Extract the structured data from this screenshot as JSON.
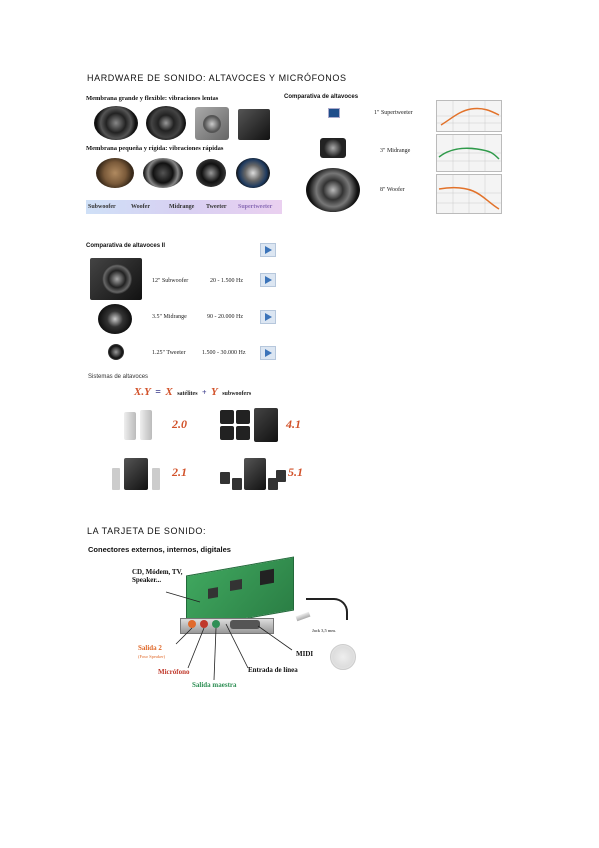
{
  "section1": {
    "heading": "HARDWARE DE SONIDO: ALTAVOCES Y MICRÓFONOS",
    "membrane_large": "Membrana grande y flexible: vibraciones lentas",
    "membrane_small": "Membrana pequeña y rígida: vibraciones rápidas",
    "types": [
      "Subwoofer",
      "Woofer",
      "Midrange",
      "Tweeter",
      "Supertweeter"
    ],
    "comparison_title": "Comparativa de altavoces",
    "comparison_items": [
      "1\" Supertweeter",
      "3\" Midrange",
      "8\" Woofer"
    ]
  },
  "section2": {
    "title": "Comparativa de altavoces II",
    "rows": [
      {
        "name": "12\" Subwoofer",
        "range": "20 - 1.500 Hz"
      },
      {
        "name": "3.5\" Midrange",
        "range": "90 - 20.000 Hz"
      },
      {
        "name": "1.25\" Tweeter",
        "range": "1.500 - 30.000 Hz"
      }
    ],
    "systems_title": "Sistemas de altavoces",
    "formula_x": "X.Y",
    "formula_eq": "=",
    "formula_xv": "X",
    "formula_sat": "satélites",
    "formula_plus": "+",
    "formula_yv": "Y",
    "formula_sub": "subwoofers",
    "systems": [
      "2.0",
      "4.1",
      "2.1",
      "5.1"
    ]
  },
  "section3": {
    "heading": "LA TARJETA DE SONIDO:",
    "subtitle": "Conectores externos, internos, digitales",
    "label_cd_line1": "CD, Módem, TV,",
    "label_cd_line2": "Speaker...",
    "label_jack": "Jack 3,5 mm.",
    "label_midi": "MIDI",
    "label_salida2": "Salida 2",
    "label_salida2_sub": "(Four Speaker)",
    "label_microfono": "Micrófono",
    "label_entrada": "Entrada de línea",
    "label_salida_maestra": "Salida maestra",
    "colors": {
      "orange": "#e06a2b",
      "green": "#2f8f55",
      "board": "#3a9a58"
    }
  }
}
